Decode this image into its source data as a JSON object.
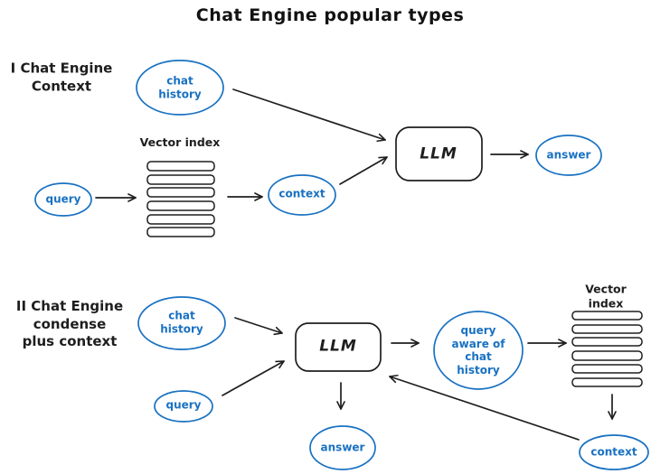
{
  "title": "Chat Engine popular types",
  "colors": {
    "ink": "#1e1e1e",
    "node_blue": "#1971c2",
    "background": "#ffffff"
  },
  "section1": {
    "label": "I Chat Engine\nContext",
    "chat_history": "chat\nhistory",
    "vector_index_label": "Vector index",
    "query": "query",
    "context": "context",
    "llm": "LLM",
    "answer": "answer"
  },
  "section2": {
    "label": "II Chat Engine\ncondense\nplus context",
    "chat_history": "chat\nhistory",
    "query": "query",
    "llm": "LLM",
    "query_aware": "query\naware of\nchat\nhistory",
    "vector_index_label": "Vector index",
    "context": "context",
    "answer": "answer"
  }
}
